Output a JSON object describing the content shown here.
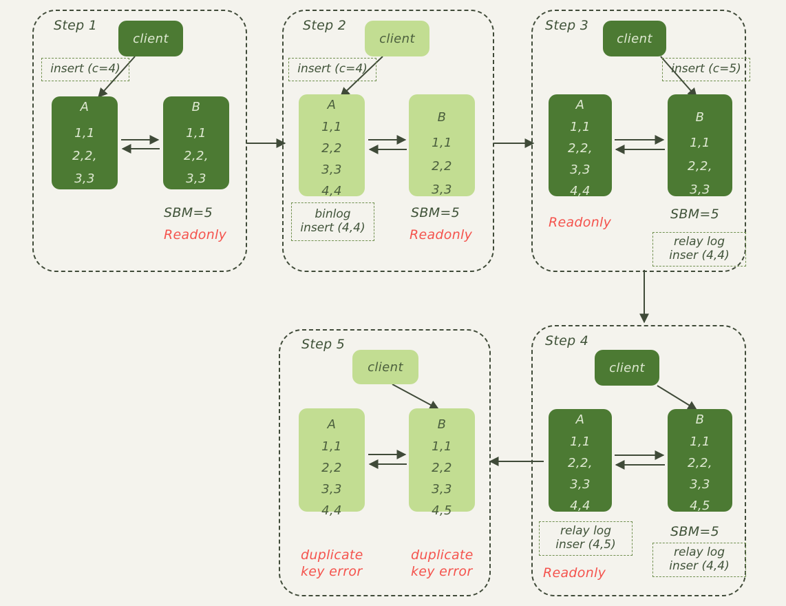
{
  "diagram": {
    "title": "MySQL master-slave replication duplicate key walkthrough",
    "colors": {
      "background": "#f4f3ed",
      "dark_green": "#4c7a33",
      "light_green": "#c2dd92",
      "dark_text": "#3f5238",
      "error_red": "#f4534d",
      "dash_border": "#3f4a38",
      "inner_dash_border": "#6f8f4e"
    }
  },
  "steps": [
    {
      "id": "step1",
      "title": "Step 1",
      "client_label": "client",
      "client_style": "dark",
      "node_style": "dark",
      "query_note": "insert (c=4)",
      "nodes": {
        "a": {
          "label": "A",
          "rows": [
            "1,1",
            "2,2,",
            "3,3"
          ]
        },
        "b": {
          "label": "B",
          "rows": [
            "1,1",
            "2,2,",
            "3,3"
          ]
        }
      },
      "annotations": {
        "sbm": "SBM=5",
        "readonly": "Readonly"
      }
    },
    {
      "id": "step2",
      "title": "Step 2",
      "client_label": "client",
      "client_style": "light",
      "node_style": "light",
      "query_note": "insert (c=4)",
      "nodes": {
        "a": {
          "label": "A",
          "rows": [
            "1,1",
            "2,2",
            "3,3",
            "4,4"
          ]
        },
        "b": {
          "label": "B",
          "rows": [
            "1,1",
            "2,2",
            "3,3"
          ]
        }
      },
      "annotations": {
        "binlog_line1": "binlog",
        "binlog_line2": "insert (4,4)",
        "sbm": "SBM=5",
        "readonly": "Readonly"
      }
    },
    {
      "id": "step3",
      "title": "Step 3",
      "client_label": "client",
      "client_style": "dark",
      "node_style": "dark",
      "query_note": "insert (c=5)",
      "nodes": {
        "a": {
          "label": "A",
          "rows": [
            "1,1",
            "2,2,",
            "3,3",
            "4,4"
          ]
        },
        "b": {
          "label": "B",
          "rows": [
            "1,1",
            "2,2,",
            "3,3"
          ]
        }
      },
      "annotations": {
        "readonly": "Readonly",
        "sbm": "SBM=5",
        "relay_line1": "relay log",
        "relay_line2": "inser (4,4)"
      }
    },
    {
      "id": "step4",
      "title": "Step 4",
      "client_label": "client",
      "client_style": "dark",
      "node_style": "dark",
      "nodes": {
        "a": {
          "label": "A",
          "rows": [
            "1,1",
            "2,2,",
            "3,3",
            "4,4"
          ]
        },
        "b": {
          "label": "B",
          "rows": [
            "1,1",
            "2,2,",
            "3,3",
            "4,5"
          ]
        }
      },
      "annotations": {
        "relay_a_line1": "relay log",
        "relay_a_line2": "inser (4,5)",
        "readonly": "Readonly",
        "sbm": "SBM=5",
        "relay_b_line1": "relay log",
        "relay_b_line2": "inser (4,4)"
      }
    },
    {
      "id": "step5",
      "title": "Step 5",
      "client_label": "client",
      "client_style": "light",
      "node_style": "light",
      "nodes": {
        "a": {
          "label": "A",
          "rows": [
            "1,1",
            "2,2",
            "3,3",
            "4,4"
          ]
        },
        "b": {
          "label": "B",
          "rows": [
            "1,1",
            "2,2",
            "3,3",
            "4,5"
          ]
        }
      },
      "annotations": {
        "error_a": "duplicate\nkey error",
        "error_b": "duplicate\nkey error"
      }
    }
  ]
}
